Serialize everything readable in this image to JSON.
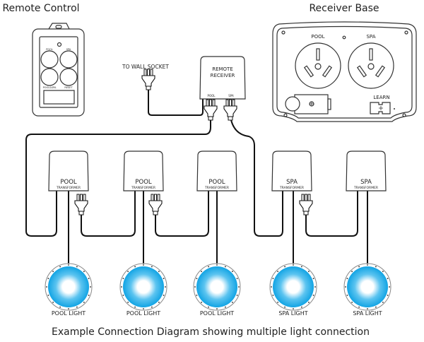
{
  "titles": {
    "remote": "Remote Control",
    "receiver_base": "Receiver Base",
    "caption": "Example Connection Diagram showing multiple light connection"
  },
  "remote": {
    "buttons": [
      "POOL",
      "SPA",
      "POOL&SPA",
      "RESET"
    ]
  },
  "wall_socket_label": "TO WALL SOCKET",
  "remote_receiver": {
    "label_line1": "REMOTE",
    "label_line2": "RECEIVER",
    "outputs": [
      "POOL",
      "SPA"
    ]
  },
  "receiver_base": {
    "sockets": [
      "POOL",
      "SPA"
    ],
    "learn_label": "LEARN"
  },
  "transformers": [
    {
      "name": "POOL",
      "sub": "TRANSFORMER"
    },
    {
      "name": "POOL",
      "sub": "TRANSFORMER"
    },
    {
      "name": "POOL",
      "sub": "TRANSFORMER"
    },
    {
      "name": "SPA",
      "sub": "TRANSFORMER"
    },
    {
      "name": "SPA",
      "sub": "TRANSFORMER"
    }
  ],
  "lights": [
    "POOL LIGHT",
    "POOL LIGHT",
    "POOL LIGHT",
    "SPA LIGHT",
    "SPA LIGHT"
  ],
  "colors": {
    "light_blue": "#1aa9e6",
    "light_center": "#ffffff",
    "line": "#111111"
  }
}
